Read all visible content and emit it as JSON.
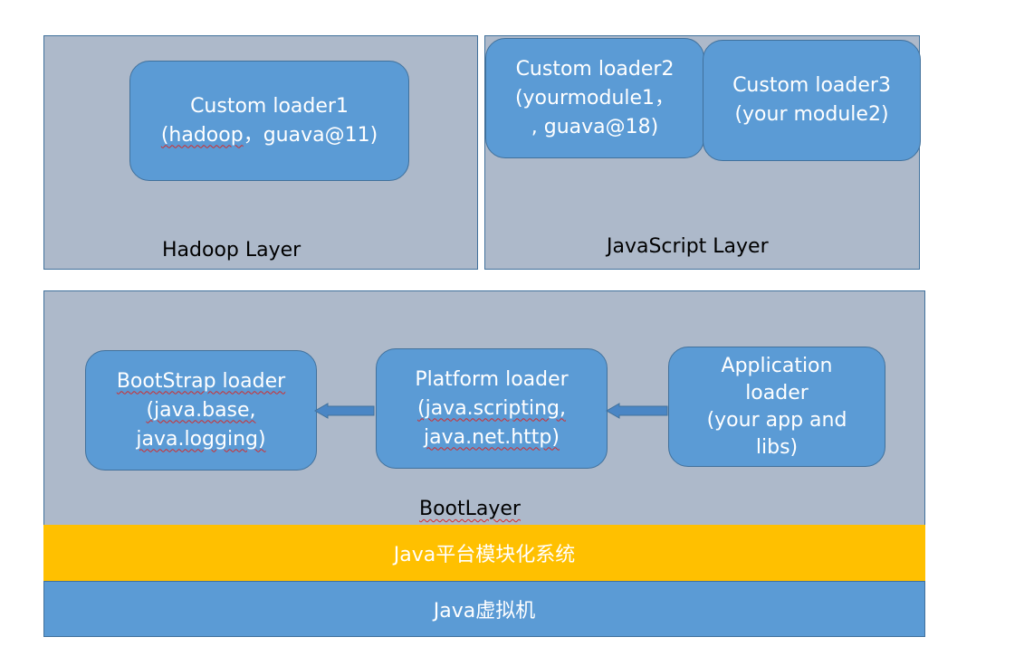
{
  "layers": {
    "hadoop": {
      "label": "Hadoop Layer",
      "loaders": [
        {
          "line1": "Custom loader1",
          "line2_a": "(hadoop",
          "line2_b": "，guava@11)"
        }
      ]
    },
    "javascript": {
      "label": "JavaScript Layer",
      "loaders": [
        {
          "line1": "Custom loader2",
          "line2": "(yourmodule1，",
          "line3": ", guava@18)"
        },
        {
          "line1": "Custom loader3",
          "line2": "(your module2)"
        }
      ]
    },
    "boot": {
      "label": "BootLayer",
      "loaders": [
        {
          "line1": "BootStrap loader",
          "line2": "(java.base,",
          "line3": "java.logging)"
        },
        {
          "line1": "Platform loader",
          "line2": "(java.scripting,",
          "line3": "java.net.http)"
        },
        {
          "line1": "Application",
          "line2": "loader",
          "line3": "(your app and",
          "line4": "libs)"
        }
      ]
    }
  },
  "bands": {
    "module_system": "Java平台模块化系统",
    "jvm": "Java虚拟机"
  },
  "colors": {
    "layer_fill": "#adb9ca",
    "loader_fill": "#5b9bd5",
    "outline": "#41719c",
    "module_band": "#ffc000",
    "jvm_band": "#5b9bd5",
    "arrow": "#4a86c5"
  }
}
